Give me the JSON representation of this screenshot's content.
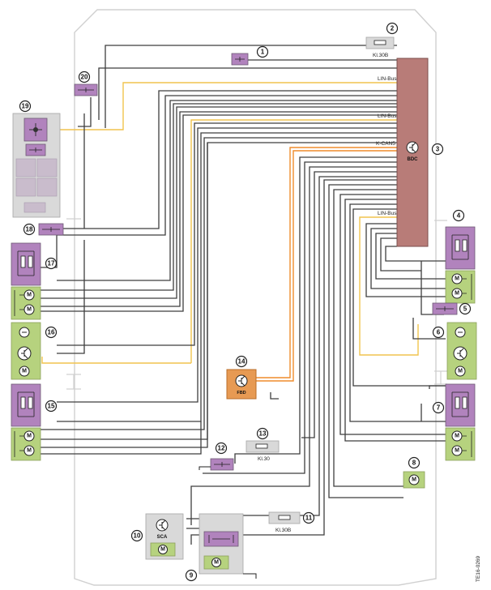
{
  "diagram": {
    "labels": {
      "kl30b_top": "Kl.30B",
      "lin_bus_1": "LIN-Bus",
      "lin_bus_2": "LIN-Bus",
      "k_can5": "K-CAN5",
      "lin_bus_3": "LIN-Bus",
      "bdc": "BDC",
      "fbd": "FBD",
      "kl30": "Kl.30",
      "kl30b_bottom": "Kl.30B",
      "sca": "SCA",
      "motor": "M",
      "figure_code": "TE16-0269"
    },
    "callouts": [
      "1",
      "2",
      "3",
      "4",
      "5",
      "6",
      "7",
      "8",
      "9",
      "10",
      "11",
      "12",
      "13",
      "14",
      "15",
      "16",
      "17",
      "18",
      "19",
      "20"
    ],
    "colors": {
      "control_unit": "#b87c78",
      "switch_block": "#b183bd",
      "motor_block": "#b6d27e",
      "fbd_block": "#e79a53",
      "lin_wire": "#f1c44e",
      "can_wire": "#ef8c2c",
      "wire": "#3e3e3e"
    }
  }
}
